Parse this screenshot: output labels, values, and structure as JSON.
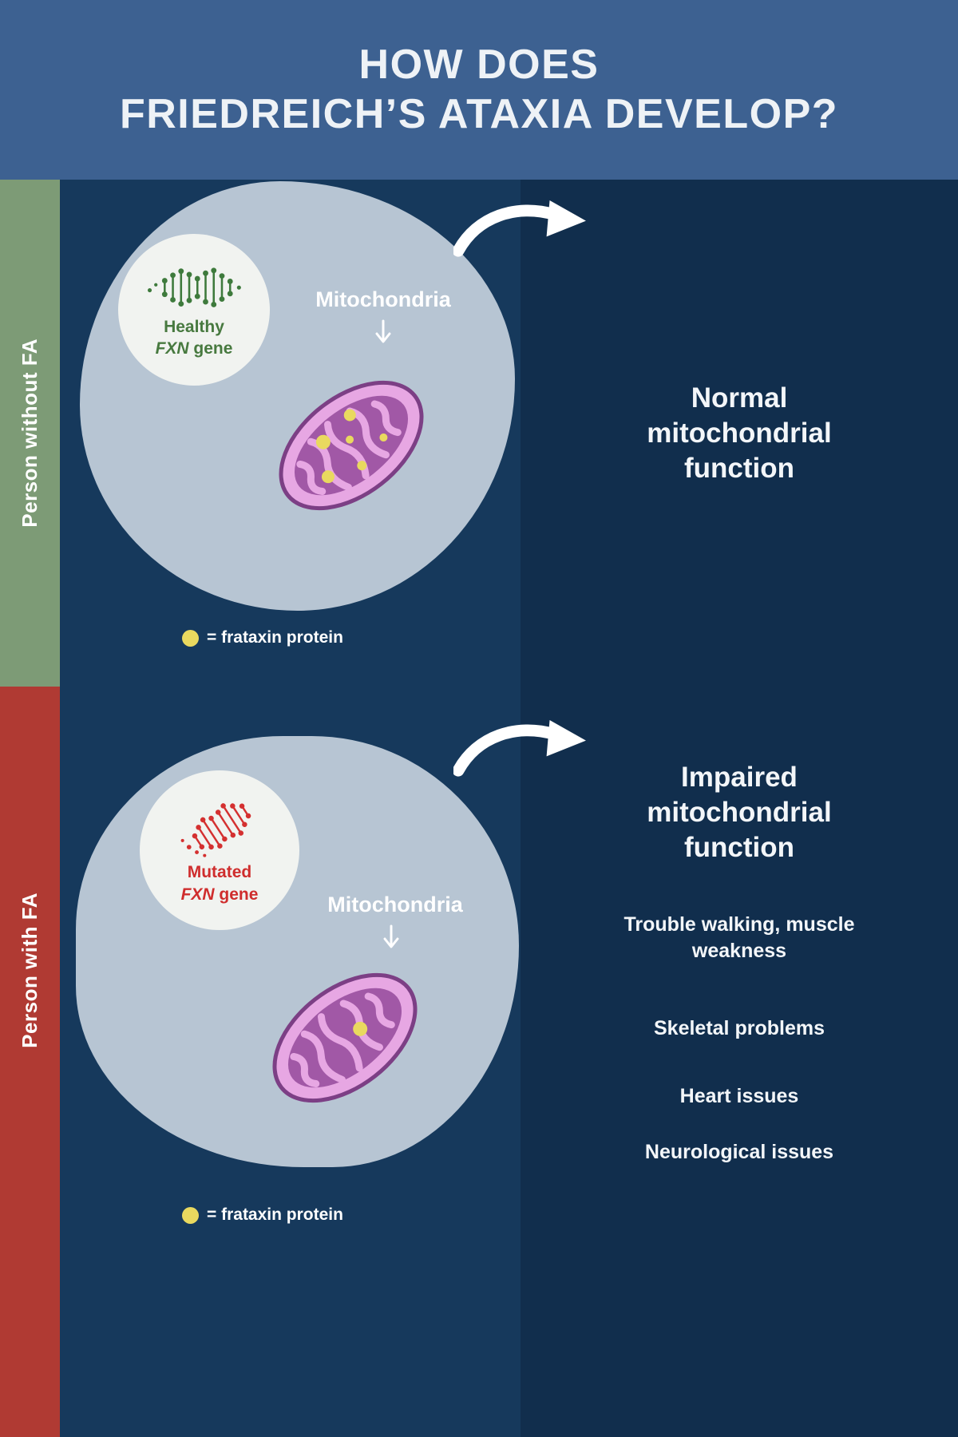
{
  "header": {
    "title_line1": "HOW DOES",
    "title_line2": "FRIEDREICH’S ATAXIA DEVELOP?"
  },
  "colors": {
    "header_bg": "#3d6191",
    "main_bg": "#16395c",
    "panel_bg": "#112e4d",
    "strip_green": "#7d9b76",
    "strip_red": "#b03a33",
    "cell_fill": "#b7c5d3",
    "nucleus_fill": "#f1f3f0",
    "healthy_green": "#47793f",
    "mutated_red": "#cf2d2d",
    "mito_pink": "#e7a7e3",
    "mito_purple": "#a158a6",
    "mito_outline": "#7c3f85",
    "frataxin_yellow": "#e9d95f"
  },
  "sections": {
    "without_fa": {
      "side_label": "Person without FA",
      "gene_prefix": "Healthy",
      "gene_italic": "FXN",
      "gene_suffix": "gene",
      "mitochondria_label": "Mitochondria",
      "legend": "= frataxin protein",
      "result_lines": [
        "Normal",
        "mitochondrial",
        "function"
      ]
    },
    "with_fa": {
      "side_label": "Person with FA",
      "gene_prefix": "Mutated",
      "gene_italic": "FXN",
      "gene_suffix": "gene",
      "mitochondria_label": "Mitochondria",
      "legend": "= frataxin protein",
      "result_lines": [
        "Impaired",
        "mitochondrial",
        "function"
      ],
      "symptoms": [
        "Trouble walking, muscle weakness",
        "Skeletal problems",
        "Heart issues",
        "Neurological issues"
      ]
    }
  }
}
